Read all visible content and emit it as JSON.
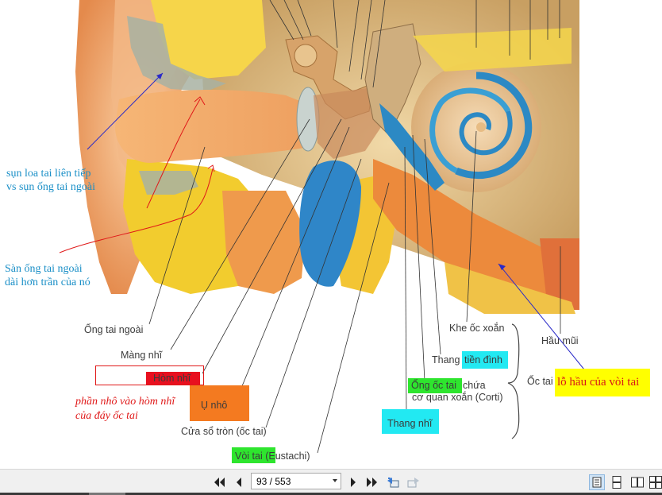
{
  "figure": {
    "labels": {
      "external_ear_canal": "Ống tai ngoài",
      "eardrum": "Màng nhĩ",
      "tympanic_cavity": "Hòm nhĩ",
      "promontory": "Ụ nhô",
      "round_window": "Cửa sổ tròn (ốc tai)",
      "eustachian_tube": "Vòi tai (Eustachi)",
      "cochlear_duct_1": "Ống ốc tai",
      "cochlear_duct_2": "chứa",
      "cochlear_duct_3": "cơ quan xoắn (Corti)",
      "scala_vestibuli_1": "Thang",
      "scala_vestibuli_2": "tiền đình",
      "helicotrema": "Khe ốc xoắn",
      "scala_tympani": "Thang nhĩ",
      "cochlea": "Ốc tai",
      "pharynx": "Hầu mũi"
    },
    "annotations": {
      "cartilage_note_1": "sụn loa tai liên tiếp",
      "cartilage_note_2": "vs sụn ống tai ngoài",
      "floor_note_1": "Sàn ống tai ngoài",
      "floor_note_2": "dài hơn trần của nó",
      "cochlea_note_1": "phần nhô vào hòm nhĩ",
      "cochlea_note_2": "của đáy ốc tai",
      "pharyngeal_opening": "lỗ hầu của vòi tai"
    },
    "colors": {
      "highlight_red": "#e8101f",
      "highlight_orange": "#f47a20",
      "highlight_green": "#2ee52e",
      "highlight_cyan": "#22e9f2",
      "highlight_yellow": "#ffff00",
      "annotation_blue": "#1a8fc7",
      "annotation_red": "#e01818"
    }
  },
  "toolbar": {
    "first_page_icon": "first-page-icon",
    "prev_page_icon": "previous-page-icon",
    "page_value": "93 / 553",
    "next_page_icon": "next-page-icon",
    "last_page_icon": "last-page-icon",
    "history_back_icon": "history-back-icon",
    "history_forward_icon": "history-forward-icon",
    "view_single_icon": "single-page-view-icon",
    "view_continuous_icon": "continuous-view-icon",
    "view_facing_icon": "facing-pages-view-icon",
    "view_book_icon": "book-view-icon"
  }
}
